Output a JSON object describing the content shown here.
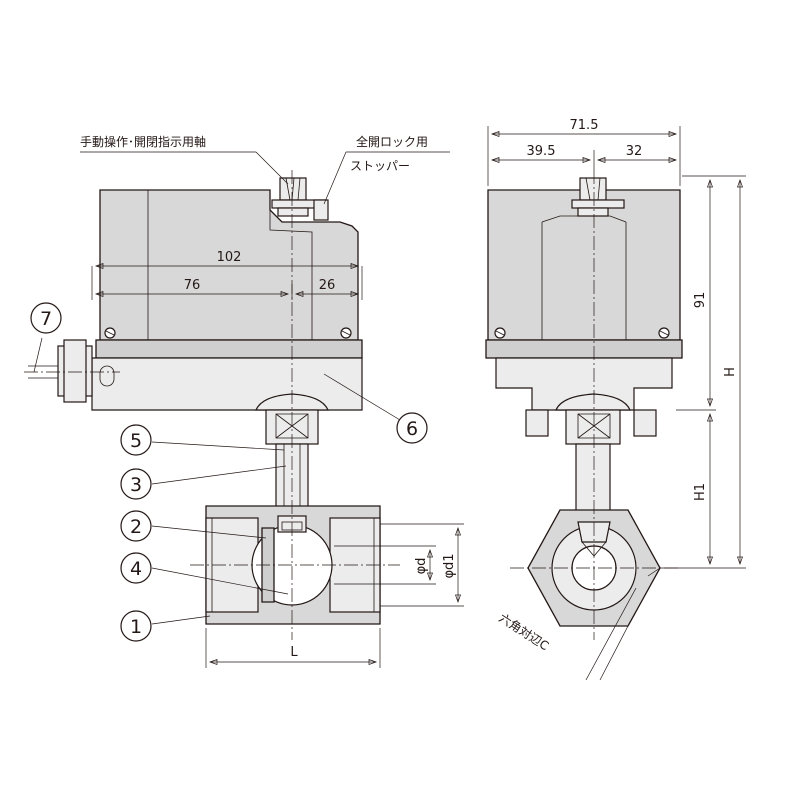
{
  "labels": {
    "manual_shaft": "手動操作･開閉指示用軸",
    "stopper_line1": "全開ロック用",
    "stopper_line2": "ストッパー",
    "hex_width": "六角対辺C"
  },
  "dimensions": {
    "front_width": "102",
    "front_left": "76",
    "front_right": "26",
    "side_width": "71.5",
    "side_left": "39.5",
    "side_right": "32",
    "height_upper": "91",
    "height_total": "H",
    "height_lower": "H1",
    "length": "L",
    "bore": "φd",
    "outer": "φd1"
  },
  "parts": [
    "1",
    "2",
    "3",
    "4",
    "5",
    "6",
    "7"
  ],
  "colors": {
    "line": "#231815",
    "body_fill": "#d8d8d8",
    "background": "#ffffff"
  }
}
